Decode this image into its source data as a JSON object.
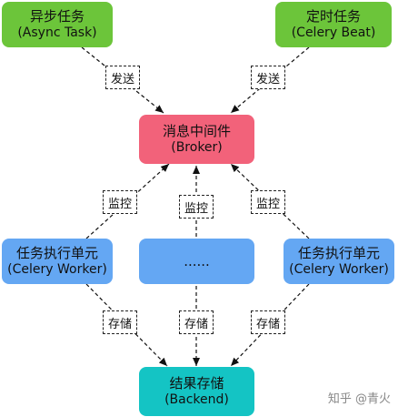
{
  "nodes": {
    "async_task": {
      "line1": "异步任务",
      "line2": "(Async Task)"
    },
    "celery_beat": {
      "line1": "定时任务",
      "line2": "(Celery Beat)"
    },
    "broker": {
      "line1": "消息中间件",
      "line2": "(Broker)"
    },
    "worker_left": {
      "line1": "任务执行单元",
      "line2": "(Celery Worker)"
    },
    "worker_middle": {
      "line1": "......"
    },
    "worker_right": {
      "line1": "任务执行单元",
      "line2": "(Celery Worker)"
    },
    "backend": {
      "line1": "结果存储",
      "line2": "(Backend)"
    }
  },
  "edge_labels": {
    "send": "发送",
    "monitor": "监控",
    "store": "存储"
  },
  "colors": {
    "task_green": "#6cc53a",
    "broker_pink": "#f2627a",
    "worker_blue": "#64a7f3",
    "backend_teal": "#14c4c4"
  },
  "watermark": {
    "text": "知乎 @青火"
  }
}
